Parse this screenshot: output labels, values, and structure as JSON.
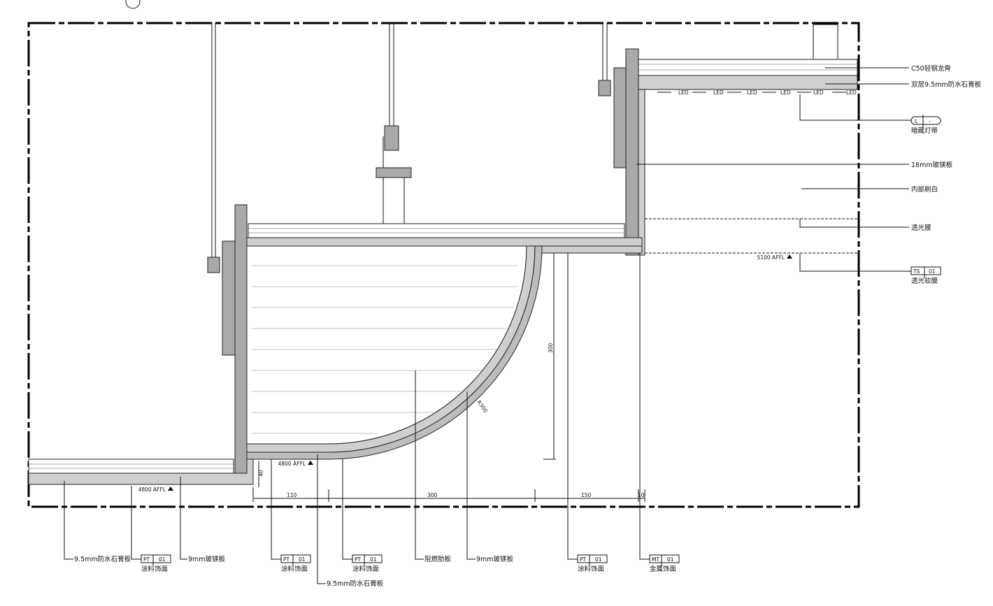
{
  "right_labels": [
    {
      "text": "C50轻钢龙骨"
    },
    {
      "text": "双层9.5mm防水石膏板"
    },
    {
      "code": "L",
      "num": "-",
      "text": "暗藏灯带"
    },
    {
      "text": "18mm玻镁板"
    },
    {
      "text": "内部刷白"
    },
    {
      "text": "透光膜"
    },
    {
      "code": "TS",
      "num": "01",
      "text": "透光软膜"
    }
  ],
  "bottom_labels": [
    {
      "text": "9.5mm防水石膏板"
    },
    {
      "code": "PT",
      "num": "01",
      "text": "涂料饰面"
    },
    {
      "text": "9mm玻镁板"
    },
    {
      "code": "PT",
      "num": "01",
      "text": "涂料饰面"
    },
    {
      "text": "9.5mm防水石膏板"
    },
    {
      "code": "PT",
      "num": "01",
      "text": "涂料饰面"
    },
    {
      "text": "阻燃肋板"
    },
    {
      "text": "9mm玻镁板"
    },
    {
      "code": "PT",
      "num": "01",
      "text": "涂料饰面"
    },
    {
      "code": "MT",
      "num": "01",
      "text": "金属饰面"
    }
  ],
  "dimensions": {
    "d110": "110",
    "d300": "300",
    "d150": "150",
    "d10": "10",
    "v300": "300",
    "v40": "40",
    "radius": "R300"
  },
  "elevations": {
    "left": "4800 AFFL",
    "mid": "4800 AFFL",
    "right": "5100 AFFL"
  },
  "led_label": "LED"
}
